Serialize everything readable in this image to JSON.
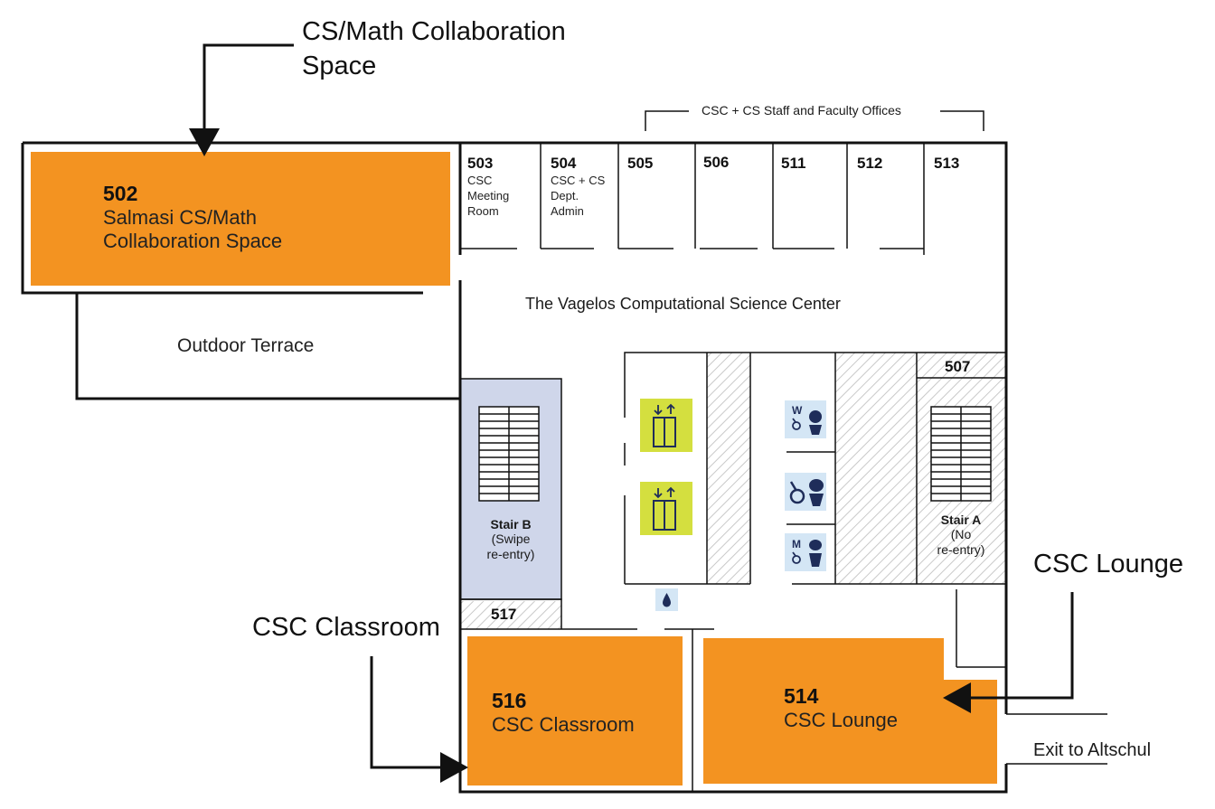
{
  "callouts": {
    "collab": "CS/Math Collaboration Space",
    "collab_line1": "CS/Math Collaboration",
    "collab_line2": "Space",
    "classroom": "CSC Classroom",
    "lounge": "CSC Lounge"
  },
  "bracket_label": "CSC + CS Staff and Faculty Offices",
  "center_title": "The Vagelos Computational Science Center",
  "outdoor_terrace": "Outdoor Terrace",
  "exit_label": "Exit to Altschul",
  "rooms": {
    "r502": {
      "number": "502",
      "name_line1": "Salmasi CS/Math",
      "name_line2": "Collaboration Space"
    },
    "r503": {
      "number": "503",
      "sub1": "CSC",
      "sub2": "Meeting",
      "sub3": "Room"
    },
    "r504": {
      "number": "504",
      "sub1": "CSC + CS",
      "sub2": "Dept.",
      "sub3": "Admin"
    },
    "r505": {
      "number": "505"
    },
    "r506": {
      "number": "506"
    },
    "r511": {
      "number": "511"
    },
    "r512": {
      "number": "512"
    },
    "r513": {
      "number": "513"
    },
    "r507": {
      "number": "507"
    },
    "r517": {
      "number": "517"
    },
    "r516": {
      "number": "516",
      "name": "CSC Classroom"
    },
    "r514": {
      "number": "514",
      "name": "CSC Lounge"
    }
  },
  "stairs": {
    "a": {
      "title": "Stair A",
      "sub1": "(No",
      "sub2": "re-entry)"
    },
    "b": {
      "title": "Stair B",
      "sub1": "(Swipe",
      "sub2": "re-entry)"
    }
  },
  "restroom_letters": {
    "women": "W",
    "men": "M"
  },
  "icons": [
    "elevator-icon",
    "restroom-icon",
    "accessible-icon",
    "water-fountain-icon",
    "arrow-icon"
  ],
  "colors": {
    "highlight_orange": "#F39321",
    "stair_b_fill": "#CFD6EA",
    "elevator_fill": "#D4DF3F",
    "restroom_fill": "#D4E6F5",
    "icon_navy": "#1F2D5A",
    "wall": "#111111"
  }
}
